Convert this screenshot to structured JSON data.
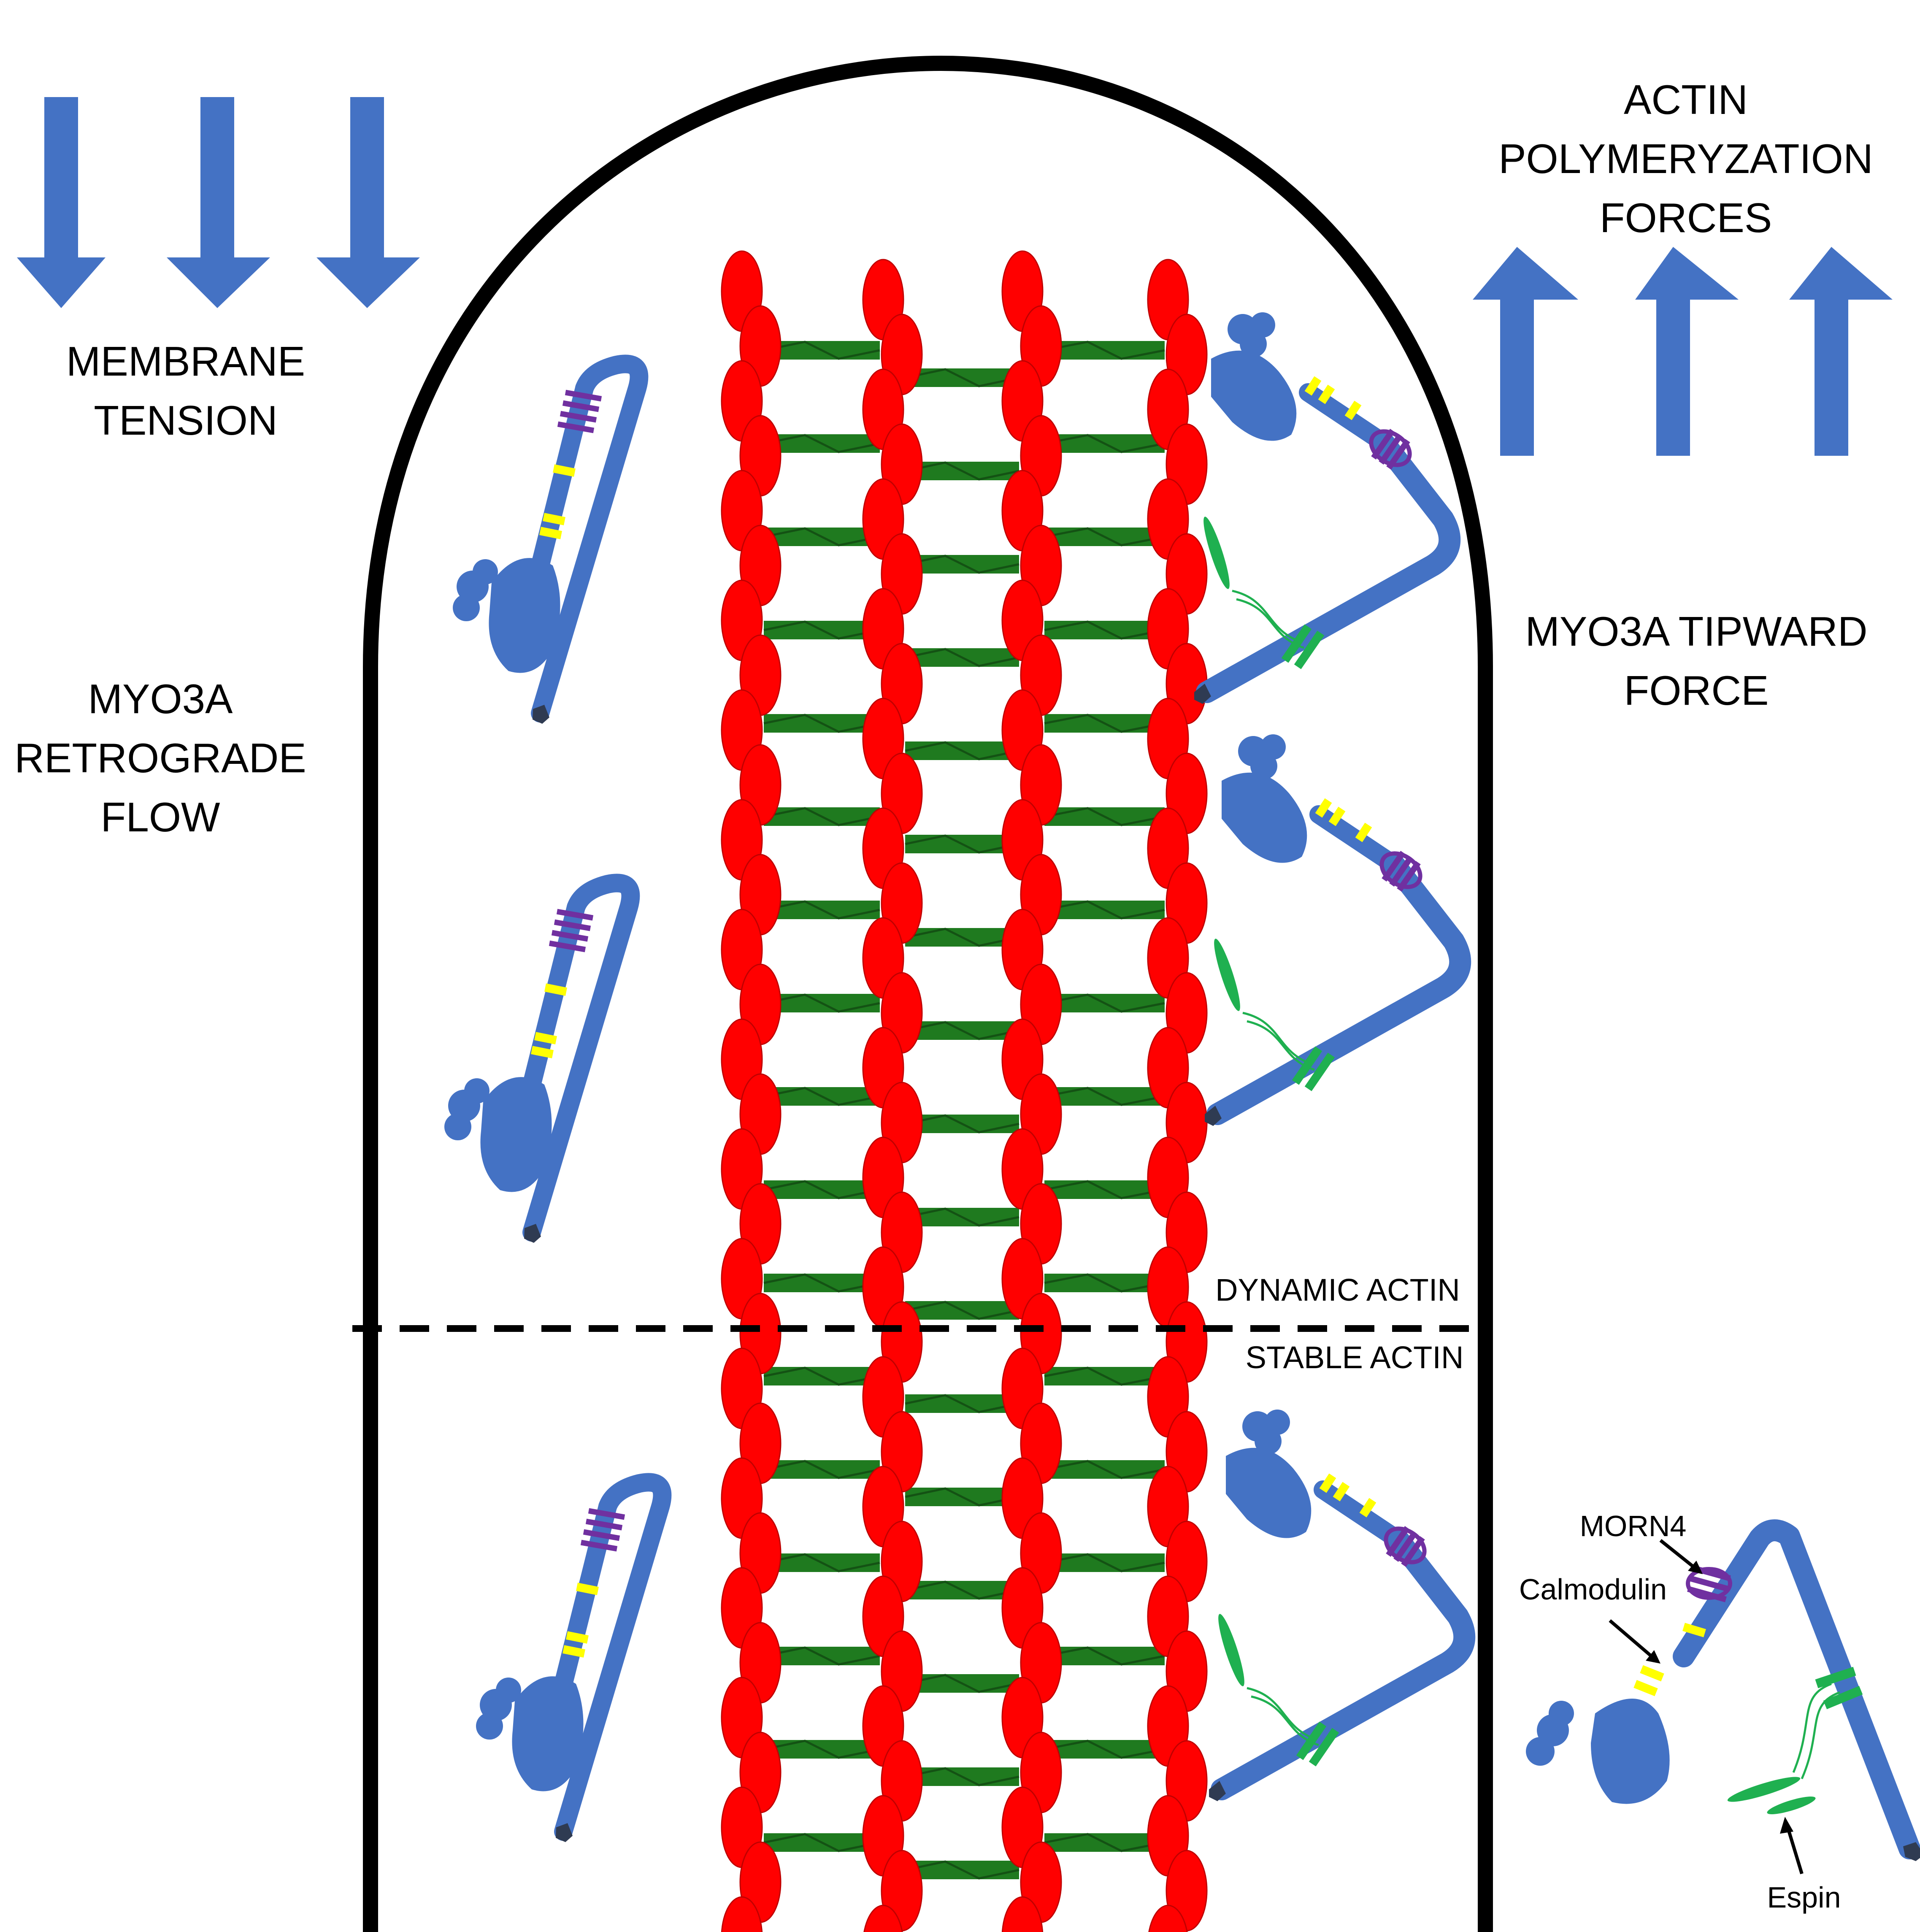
{
  "labels": {
    "membrane_tension": [
      "MEMBRANE",
      "TENSION"
    ],
    "actin_polymerization": [
      "ACTIN",
      "POLYMERYZATION",
      "FORCES"
    ],
    "retrograde_flow": [
      "MYO3A",
      "RETROGRADE",
      "FLOW"
    ],
    "tipward_force": [
      "MYO3A TIPWARD",
      "FORCE"
    ],
    "dynamic_actin": "DYNAMIC ACTIN",
    "stable_actin": "STABLE ACTIN",
    "legend": {
      "morn4": "MORN4",
      "calmodulin": "Calmodulin",
      "espin": "Espin"
    }
  },
  "colors": {
    "actin": "#ff0000",
    "crosslinker": "#1f7a1f",
    "myosin": "#4472c4",
    "calmodulin": "#ffff00",
    "morn4": "#7030a0",
    "espin": "#1fb050",
    "membrane": "#000000",
    "arrow": "#4472c4"
  },
  "icons": {
    "down_arrows": "arrow-down-icon",
    "up_arrows": "arrow-up-icon"
  }
}
